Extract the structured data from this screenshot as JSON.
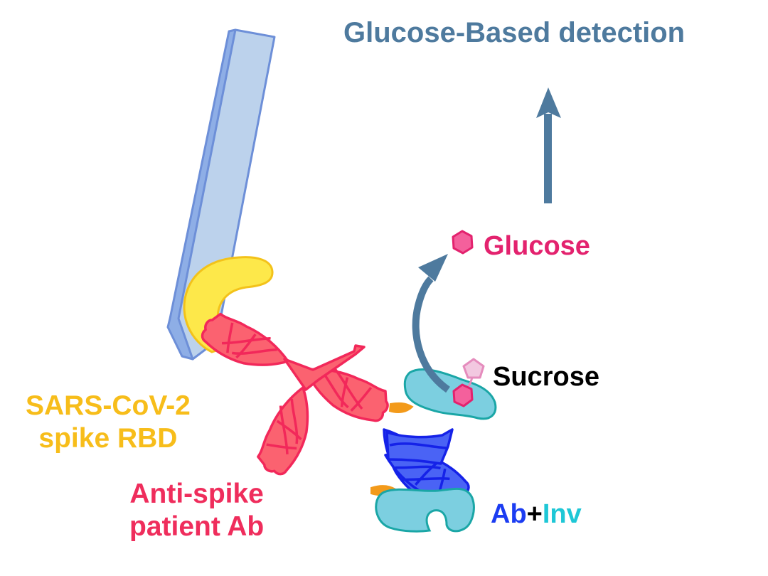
{
  "title": "Glucose-Based detection",
  "labels": {
    "glucose": "Glucose",
    "sucrose": "Sucrose",
    "ab_inv": {
      "ab": "Ab",
      "plus": "+",
      "inv": "Inv"
    },
    "rbd": {
      "line1": "SARS-CoV-2",
      "line2": "spike RBD"
    },
    "patient_ab": {
      "line1": "Anti-spike",
      "line2": "patient Ab"
    }
  },
  "colors": {
    "title": "#4e7a9e",
    "arrow": "#4e7a9e",
    "glucose": "#e3226e",
    "glucose_fill": "#f4609c",
    "sucrose_text": "#000000",
    "fructose_fill": "#f2c8e0",
    "fructose_stroke": "#e58cbd",
    "ab_blue": "#1b3cf2",
    "inv_cyan": "#1ec7d6",
    "invertase_fill": "#7ccfe0",
    "invertase_stroke": "#1aa6a6",
    "linker": "#f39a1a",
    "rbd_yellow": "#fde84a",
    "rbd_label": "#f7bd1a",
    "patient_ab_fill": "#fb6270",
    "patient_ab_stroke": "#f2285a",
    "patient_ab_label": "#ef2d5c",
    "secondary_ab_fill": "#4a63f5",
    "secondary_ab_stroke": "#1522e8",
    "strip_face": "#bcd2ec",
    "strip_side": "#8eaee6",
    "strip_stroke": "#6d8fd8"
  }
}
